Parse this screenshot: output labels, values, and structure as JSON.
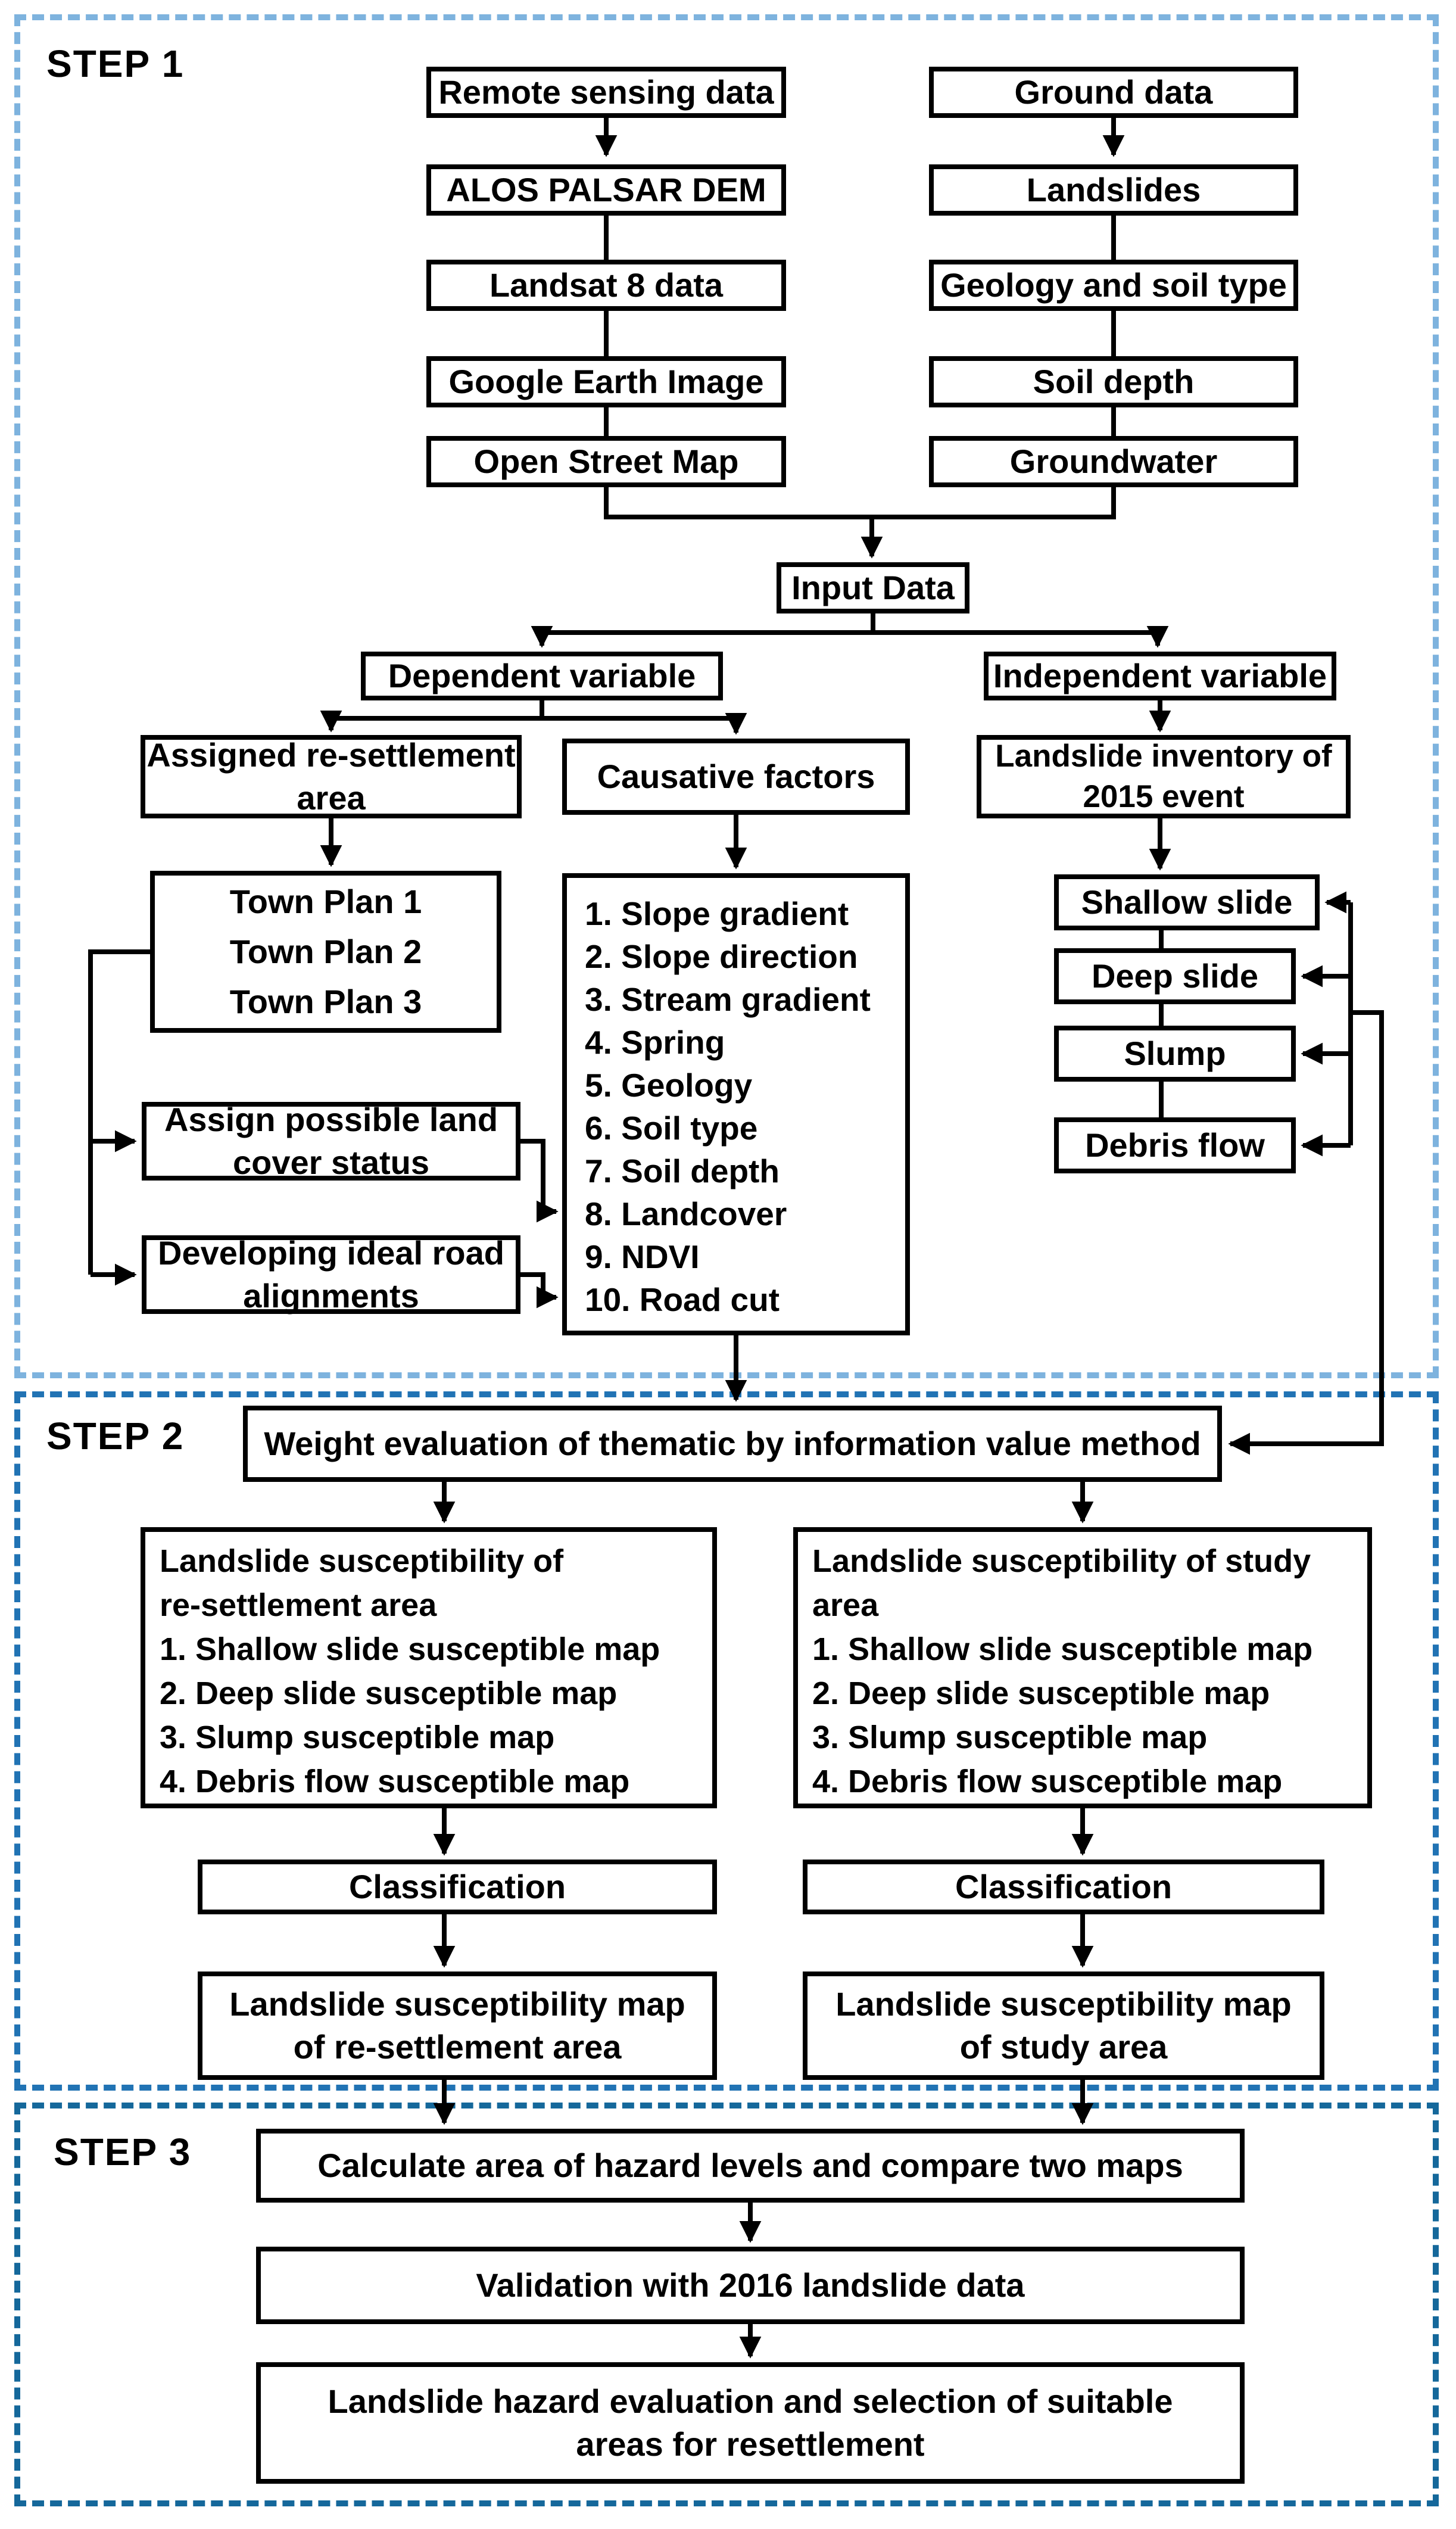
{
  "colors": {
    "step1_border": "#7EB3DE",
    "step2_border": "#2173B4",
    "step3_border": "#15689B",
    "box_border": "#000000",
    "line": "#000000",
    "background": "#FFFFFF",
    "text": "#000000"
  },
  "step1": {
    "label": "STEP 1",
    "remote_header": "Remote sensing data",
    "remote_items": [
      "ALOS PALSAR DEM",
      "Landsat 8 data",
      "Google Earth Image",
      "Open Street Map"
    ],
    "ground_header": "Ground data",
    "ground_items": [
      "Landslides",
      "Geology and soil type",
      "Soil depth",
      "Groundwater"
    ],
    "input_data": "Input Data",
    "dependent_variable": "Dependent variable",
    "independent_variable": "Independent variable",
    "assigned_area_lines": [
      "Assigned re-settlement",
      "area"
    ],
    "causative_factors": "Causative factors",
    "inventory_lines": [
      "Landslide inventory of",
      "2015 event"
    ],
    "town_plan_lines": [
      "Town Plan 1",
      "Town Plan 2",
      "Town Plan 3"
    ],
    "causative_list": [
      "1. Slope gradient",
      "2. Slope direction",
      "3. Stream gradient",
      "4. Spring",
      "5. Geology",
      "6. Soil type",
      "7. Soil depth",
      "8. Landcover",
      "9. NDVI",
      "10. Road cut"
    ],
    "landslide_types": [
      "Shallow slide",
      "Deep slide",
      "Slump",
      "Debris flow"
    ],
    "assign_cover_lines": [
      "Assign possible land",
      "cover status"
    ],
    "developing_lines": [
      "Developing ideal road",
      "alignments"
    ]
  },
  "step2": {
    "label": "STEP 2",
    "weight_evaluation": "Weight evaluation of thematic by information value method",
    "resettlement_title_lines": [
      "Landslide susceptibility of",
      "re-settlement area"
    ],
    "resettlement_items": [
      "1. Shallow slide susceptible map",
      "2. Deep slide susceptible map",
      "3. Slump susceptible map",
      "4. Debris flow susceptible map"
    ],
    "study_title_lines": [
      "Landslide susceptibility of study",
      "area"
    ],
    "study_items": [
      "1. Shallow slide susceptible map",
      "2. Deep slide susceptible map",
      "3. Slump susceptible map",
      "4. Debris flow susceptible map"
    ],
    "classification_left": "Classification",
    "classification_right": "Classification",
    "map_resettlement_lines": [
      "Landslide susceptibility map",
      "of re-settlement area"
    ],
    "map_study_lines": [
      "Landslide susceptibility map",
      "of study area"
    ]
  },
  "step3": {
    "label": "STEP 3",
    "calculate": "Calculate area of hazard levels and compare two maps",
    "validation": "Validation with 2016 landslide data",
    "final_lines": [
      "Landslide hazard evaluation and selection of suitable",
      "areas for resettlement"
    ]
  }
}
